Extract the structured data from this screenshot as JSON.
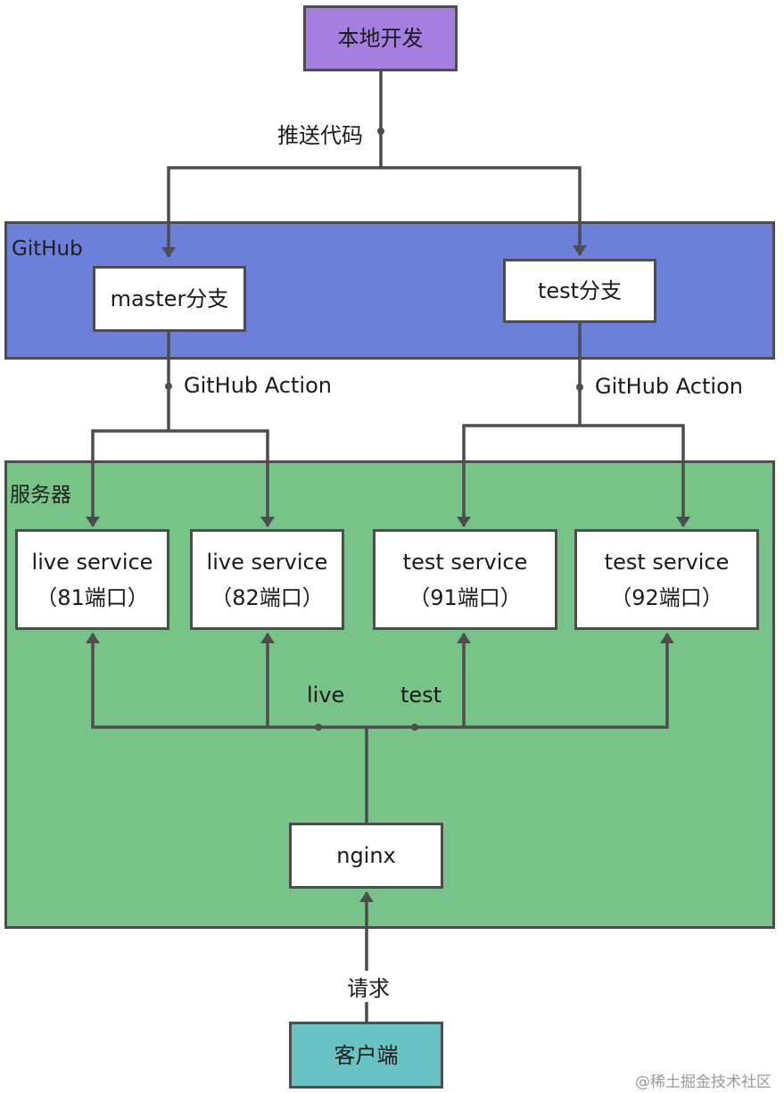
{
  "nodes": {
    "local_dev": "本地开发",
    "master_branch": "master分支",
    "test_branch": "test分支",
    "live_service_81": {
      "name": "live service",
      "port": "（81端口）"
    },
    "live_service_82": {
      "name": "live service",
      "port": "（82端口）"
    },
    "test_service_91": {
      "name": "test service",
      "port": "（91端口）"
    },
    "test_service_92": {
      "name": "test service",
      "port": "（92端口）"
    },
    "nginx": "nginx",
    "client": "客户端"
  },
  "zones": {
    "github": "GitHub",
    "server": "服务器"
  },
  "edges": {
    "push_code": "推送代码",
    "github_action_master": "GitHub Action",
    "github_action_test": "GitHub Action",
    "route_live": "live",
    "route_test": "test",
    "request": "请求"
  },
  "watermark": "@稀土掘金技术社区",
  "colors": {
    "local_dev": "#a57fe0",
    "github_zone": "#6c80d9",
    "server_zone": "#78c488",
    "client": "#6ac3c3",
    "line": "#4d4d4d"
  }
}
